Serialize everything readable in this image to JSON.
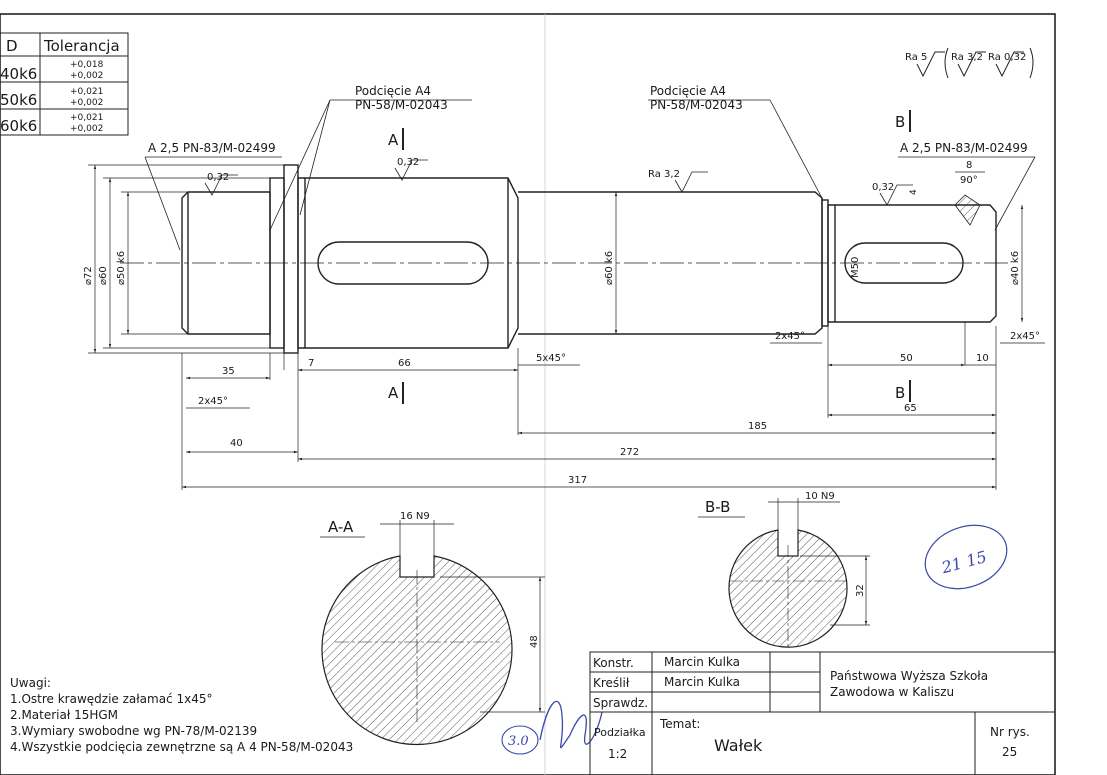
{
  "tolerance_table": {
    "headers": [
      "D",
      "Tolerancja"
    ],
    "rows": [
      {
        "d": "40k6",
        "upper": "+0,018",
        "lower": "+0,002"
      },
      {
        "d": "50k6",
        "upper": "+0,021",
        "lower": "+0,002"
      },
      {
        "d": "60k6",
        "upper": "+0,021",
        "lower": "+0,002"
      }
    ]
  },
  "roughness": {
    "ra5": "Ra 5",
    "ra32": "Ra 3,2",
    "ra032": "Ra 0,32"
  },
  "callouts": {
    "undercut_label": "Podcięcie A4",
    "undercut_std": "PN-58/M-02043",
    "center_hole": "A 2,5 PN-83/M-02499"
  },
  "surface": {
    "r032": "0,32",
    "r32": "Ra 3,2"
  },
  "sections": {
    "a": "A",
    "b": "B",
    "aa": "A-A",
    "bb": "B-B"
  },
  "diameters": {
    "d72": "⌀72",
    "d60": "⌀60",
    "d50k6": "⌀50 k6",
    "d60k6": "⌀60 k6",
    "m50": "M50",
    "d40k6": "⌀40 k6"
  },
  "dims": {
    "d35": "35",
    "d2x45": "2x45°",
    "d40": "40",
    "d7": "7",
    "d66": "66",
    "d5x45": "5x45°",
    "d50": "50",
    "d10": "10",
    "d65": "65",
    "d185": "185",
    "d272": "272",
    "d317": "317",
    "d8": "8",
    "d4": "4",
    "d90": "90°",
    "d16n9": "16 N9",
    "d10n9": "10 N9",
    "d48": "48",
    "d32": "32"
  },
  "notes": {
    "title": "Uwagi:",
    "items": [
      "1.Ostre krawędzie załamać 1x45°",
      "2.Materiał 15HGM",
      "3.Wymiary swobodne wg PN-78/M-02139",
      "4.Wszystkie podcięcia zewnętrzne są A 4 PN-58/M-02043"
    ]
  },
  "title_block": {
    "konstr_label": "Konstr.",
    "konstr_name": "Marcin Kulka",
    "kreslil_label": "Kreślił",
    "kreslil_name": "Marcin Kulka",
    "sprawdz_label": "Sprawdz.",
    "institution_line1": "Państwowa Wyższa Szkoła",
    "institution_line2": "Zawodowa w Kaliszu",
    "podzialka_label": "Podziałka",
    "scale": "1:2",
    "temat_label": "Temat:",
    "temat": "Wałek",
    "nr_rys_label": "Nr rys.",
    "nr_rys": "25"
  },
  "handwriting": {
    "circled": "21 15",
    "grade": "3.0"
  }
}
